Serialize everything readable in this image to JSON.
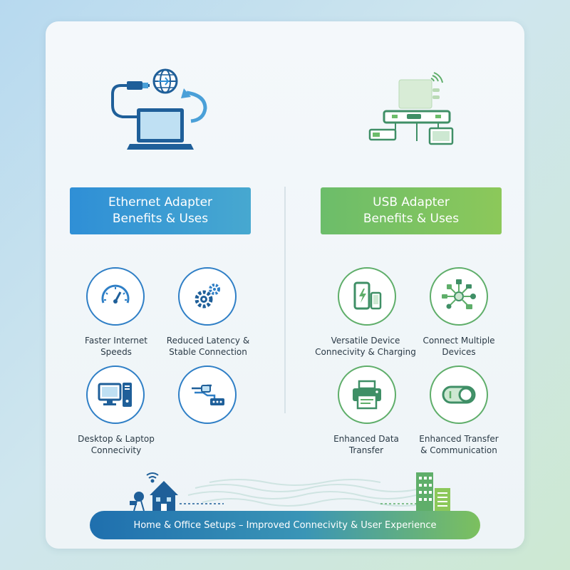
{
  "ethernet": {
    "header_line1": "Ethernet Adapter",
    "header_line2": "Benefits & Uses",
    "items": [
      {
        "line1": "Faster Internet",
        "line2": "Speeds",
        "icon": "speedometer-icon"
      },
      {
        "line1": "Reduced Latency &",
        "line2": "Stable Connection",
        "icon": "gears-icon"
      },
      {
        "line1": "Desktop & Laptop",
        "line2": "Connecivity",
        "icon": "desktop-computer-icon"
      },
      {
        "line1": "",
        "line2": "",
        "icon": "network-adapter-icon"
      }
    ]
  },
  "usb": {
    "header_line1": "USB Adapter",
    "header_line2": "Benefits & Uses",
    "items": [
      {
        "line1": "Versatile Device",
        "line2": "Connecivity & Charging",
        "icon": "phone-charging-icon"
      },
      {
        "line1": "Connect Multiple",
        "line2": "Devices",
        "icon": "multi-device-hub-icon"
      },
      {
        "line1": "Enhanced Data",
        "line2": "Transfer",
        "icon": "printer-icon"
      },
      {
        "line1": "Enhanced Transfer",
        "line2": "& Communication",
        "icon": "toggle-switch-icon"
      }
    ]
  },
  "banner": {
    "text": "Home & Office Setups – Improved Connecivity & User Experience"
  },
  "colors": {
    "ethernet_blue": "#2f7fc6",
    "usb_green": "#5fae6a",
    "banner_start": "#1f6fae",
    "banner_end": "#7cc05e"
  }
}
